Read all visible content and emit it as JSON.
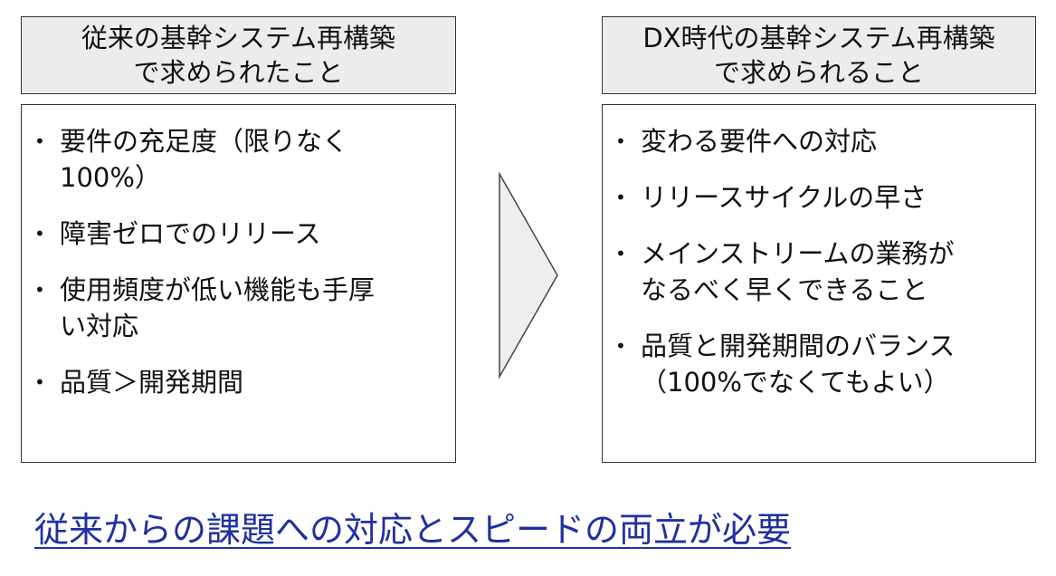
{
  "left": {
    "title_lines": [
      "従来の基幹システム再構築",
      "で求められたこと"
    ],
    "items": [
      {
        "lines": [
          "要件の充足度（限りなく",
          "100%）"
        ]
      },
      {
        "lines": [
          "障害ゼロでのリリース"
        ]
      },
      {
        "lines": [
          "使用頻度が低い機能も手厚",
          "い対応"
        ]
      },
      {
        "lines": [
          "品質＞開発期間"
        ]
      }
    ]
  },
  "right": {
    "title_lines": [
      "DX時代の基幹システム再構築",
      "で求められること"
    ],
    "items": [
      {
        "lines": [
          "変わる要件への対応"
        ]
      },
      {
        "lines": [
          "リリースサイクルの早さ"
        ]
      },
      {
        "lines": [
          "メインストリームの業務が",
          "なるべく早くできること"
        ]
      },
      {
        "lines": [
          "品質と開発期間のバランス",
          "（100%でなくてもよい）"
        ]
      }
    ]
  },
  "bullet_symbol": "•",
  "conclusion": "従来からの課題への対応とスピードの両立が必要",
  "colors": {
    "header_fill": "#ececec",
    "border": "#333333",
    "arrow_fill": "#eeeeee",
    "conclusion_text": "#2030a0"
  }
}
